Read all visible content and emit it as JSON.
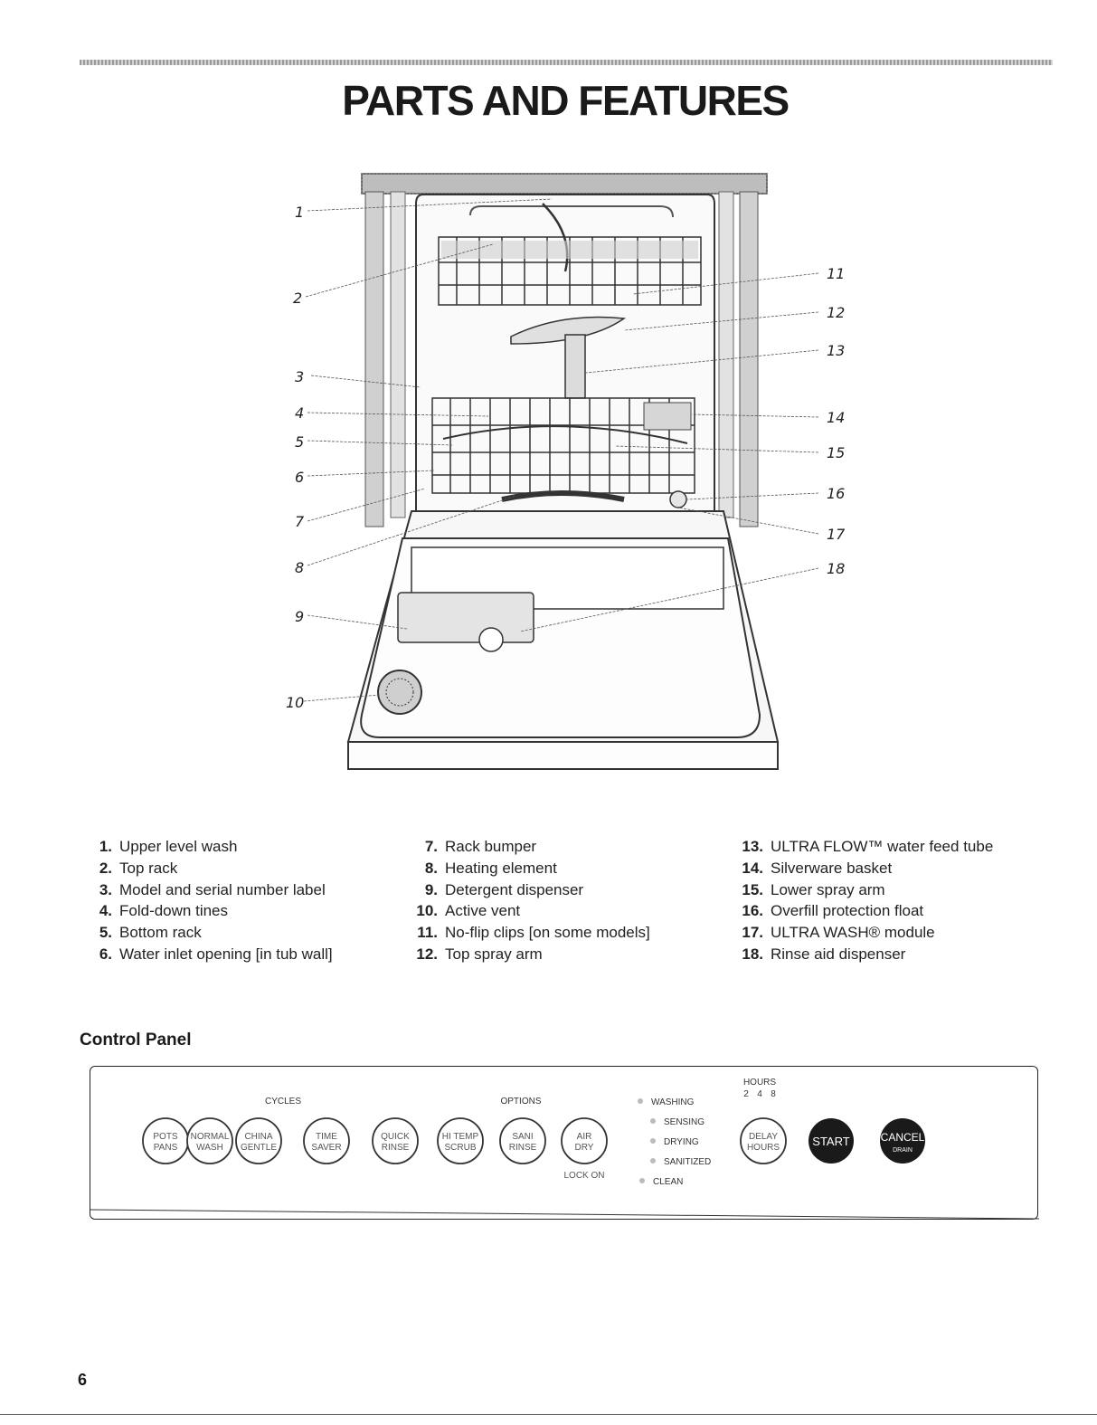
{
  "page": {
    "title": "PARTS AND FEATURES",
    "page_number": "6"
  },
  "diagram": {
    "callouts": [
      "1",
      "2",
      "3",
      "4",
      "5",
      "6",
      "7",
      "8",
      "9",
      "10",
      "11",
      "12",
      "13",
      "14",
      "15",
      "16",
      "17",
      "18"
    ]
  },
  "parts": {
    "col1": [
      {
        "num": "1.",
        "text": "Upper level wash"
      },
      {
        "num": "2.",
        "text": "Top rack"
      },
      {
        "num": "3.",
        "text": "Model and serial number label"
      },
      {
        "num": "4.",
        "text": "Fold-down tines"
      },
      {
        "num": "5.",
        "text": "Bottom rack"
      },
      {
        "num": "6.",
        "text": "Water inlet opening [in tub wall]"
      }
    ],
    "col2": [
      {
        "num": "7.",
        "text": "Rack bumper"
      },
      {
        "num": "8.",
        "text": "Heating element"
      },
      {
        "num": "9.",
        "text": "Detergent dispenser"
      },
      {
        "num": "10.",
        "text": "Active vent"
      },
      {
        "num": "11.",
        "text": "No-flip clips [on some models]"
      },
      {
        "num": "12.",
        "text": "Top spray arm"
      }
    ],
    "col3": [
      {
        "num": "13.",
        "text": "ULTRA FLOW™ water feed tube"
      },
      {
        "num": "14.",
        "text": "Silverware basket"
      },
      {
        "num": "15.",
        "text": "Lower spray arm"
      },
      {
        "num": "16.",
        "text": "Overfill protection float"
      },
      {
        "num": "17.",
        "text": "ULTRA WASH® module"
      },
      {
        "num": "18.",
        "text": "Rinse aid dispenser"
      }
    ]
  },
  "control_panel": {
    "heading": "Control Panel",
    "cycles_label": "CYCLES",
    "options_label": "OPTIONS",
    "cycle_buttons": [
      {
        "line1": "POTS",
        "line2": "PANS"
      },
      {
        "line1": "NORMAL",
        "line2": "WASH"
      },
      {
        "line1": "CHINA",
        "line2": "GENTLE"
      },
      {
        "line1": "TIME",
        "line2": "SAVER"
      },
      {
        "line1": "QUICK",
        "line2": "RINSE"
      }
    ],
    "option_buttons": [
      {
        "line1": "HI TEMP",
        "line2": "SCRUB"
      },
      {
        "line1": "SANI",
        "line2": "RINSE"
      },
      {
        "line1": "AIR",
        "line2": "DRY"
      }
    ],
    "lock_label": "LOCK ON",
    "status_lights": [
      "WASHING",
      "SENSING",
      "DRYING",
      "SANITIZED",
      "CLEAN"
    ],
    "hours_label": "HOURS",
    "hours_values": [
      "2",
      "4",
      "8"
    ],
    "delay_button": {
      "line1": "DELAY",
      "line2": "HOURS"
    },
    "start_label": "START",
    "cancel_label": "CANCEL",
    "drain_label": "DRAIN"
  }
}
